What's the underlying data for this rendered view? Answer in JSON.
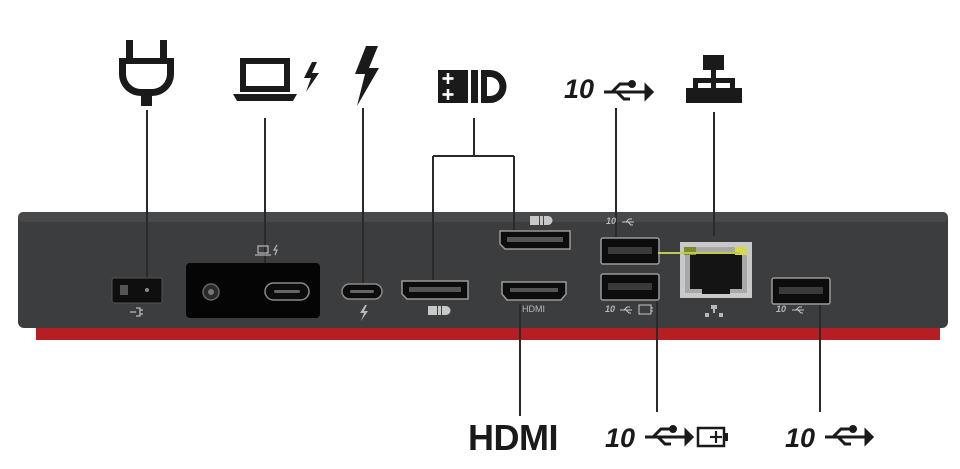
{
  "labels": {
    "hdmi": "HDMI",
    "usb_speed_top": "10",
    "usb_speed_charge": "10",
    "usb_speed_right": "10"
  },
  "port_labels": {
    "hdmi": "HDMI",
    "usb_speed_1": "10",
    "usb_speed_2": "10",
    "usb_speed_3": "10"
  },
  "icons": {
    "power": "power-plug-icon",
    "laptop_charge": "laptop-charge-icon",
    "thunderbolt": "thunderbolt-icon",
    "displayport": "displayport-icon",
    "usb": "usb-icon",
    "network": "ethernet-network-icon",
    "battery_charge": "battery-charge-icon"
  },
  "colors": {
    "dock_body": "#3c3d3f",
    "dock_top": "#48494b",
    "accent_stripe": "#b51e23",
    "line": "#2a2a2a",
    "port_dark": "#0f0f10",
    "link_led": "#d6d84a"
  }
}
